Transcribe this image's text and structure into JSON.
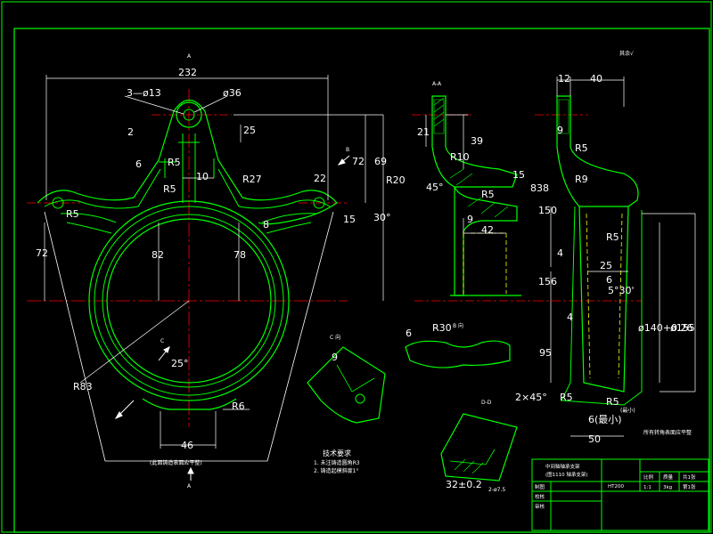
{
  "drawing": {
    "colors": {
      "background": "#000000",
      "outline": "#00ff00",
      "dimension": "#ffffff",
      "centerline": "#ff0000",
      "hidden": "#ffff00"
    },
    "views": {
      "section_aa": "A-A",
      "view_c": "C 向",
      "view_b": "B 向",
      "section_dd": "D-D",
      "label_a_top": "A",
      "label_a_bottom": "A",
      "label_b": "B",
      "label_c": "C"
    },
    "front_dims": {
      "overall_width": "232",
      "holes": "3—ø13",
      "boss_dia": "ø36",
      "d2": "2",
      "d25": "25",
      "d72_right": "72",
      "d69": "69",
      "d6": "6",
      "r5_top": "R5",
      "d10": "10",
      "r5_mid": "R5",
      "r27": "R27",
      "d22": "22",
      "r5_left": "R5",
      "d8": "8",
      "d15": "15",
      "d30": "30°",
      "d72_left": "72",
      "d82": "82",
      "d78": "78",
      "d25deg": "25°",
      "r83": "R83",
      "r6": "R6",
      "d46": "46",
      "bottom_note": "(此面铸造表面应平整)"
    },
    "section_dims": {
      "d21": "21",
      "d39": "39",
      "r10": "R10",
      "r20": "R20",
      "d45": "45°",
      "d15": "15",
      "r5": "R5",
      "d838": "838",
      "d9": "9",
      "d42": "42",
      "d6": "6",
      "r30": "R30",
      "d2x45": "2×45°",
      "d32": "32±0.2",
      "d2_57": "2-ø7.5"
    },
    "side_dims": {
      "d12": "12",
      "d40": "40",
      "d9": "9",
      "r5_top": "R5",
      "r9": "R9",
      "d150": "150",
      "d4": "4",
      "d25": "25",
      "r5_mid": "R5",
      "d6": "6",
      "d530": "5°30'",
      "d156": "156",
      "dia140": "ø140+0.26",
      "dia155": "ø155",
      "d95": "95",
      "d2x45": "2×45°",
      "r5_out": "R5",
      "r5_outer": "R5",
      "r5_note": "(最小)",
      "d6min": "6(最小)",
      "d50": "50",
      "d4b": "4",
      "roughness": "其余√",
      "surface_note": "所有转角表面应平整"
    },
    "notes": {
      "title": "技术要求",
      "line1": "1. 未注铸造圆角R3",
      "line2": "2. 铸造起模斜度1°"
    },
    "title_block": {
      "part_name": "中间轴轴承支架",
      "part_sub": "(图1110 轴承支架)",
      "material": "HT200",
      "col_label1": "比例",
      "col_label2": "质量",
      "col_label3": "共1张",
      "val1": "1:1",
      "val2": "3kg",
      "val3": "第1张",
      "row1": "制图",
      "row2": "校核",
      "row3": "审核"
    }
  }
}
